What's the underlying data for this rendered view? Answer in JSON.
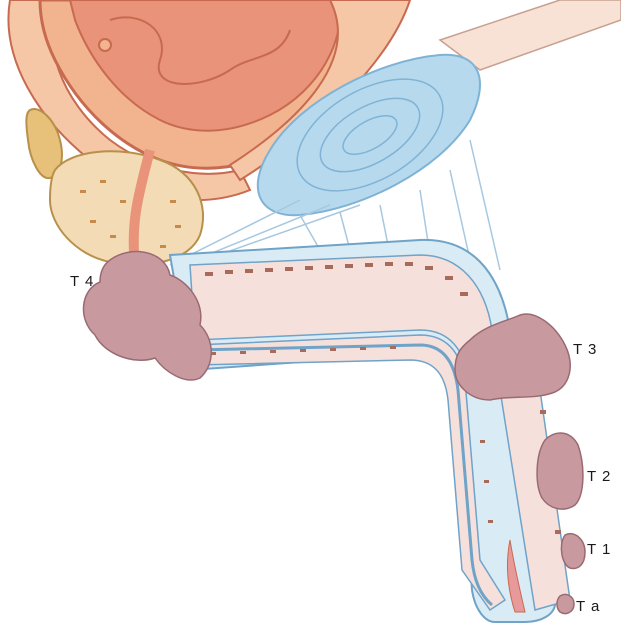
{
  "colors": {
    "bladder_wall": "#f2b48f",
    "bladder_inner": "#e8937a",
    "bladder_line": "#c86a50",
    "prostate": "#f3dcb5",
    "prostate_dots": "#c78a4a",
    "bone": "#b6d9ee",
    "bone_line": "#7fb3d6",
    "corpus": "#f6e0dc",
    "corpus_dots": "#a86a5a",
    "urethra": "#e89a9a",
    "tumor": "#c89aa0",
    "tumor_line": "#9a6a72",
    "outline": "#6fa3c8"
  },
  "labels": {
    "t4": "T 4",
    "t3": "T 3",
    "t2": "T 2",
    "t1": "T 1",
    "ta": "T a"
  }
}
